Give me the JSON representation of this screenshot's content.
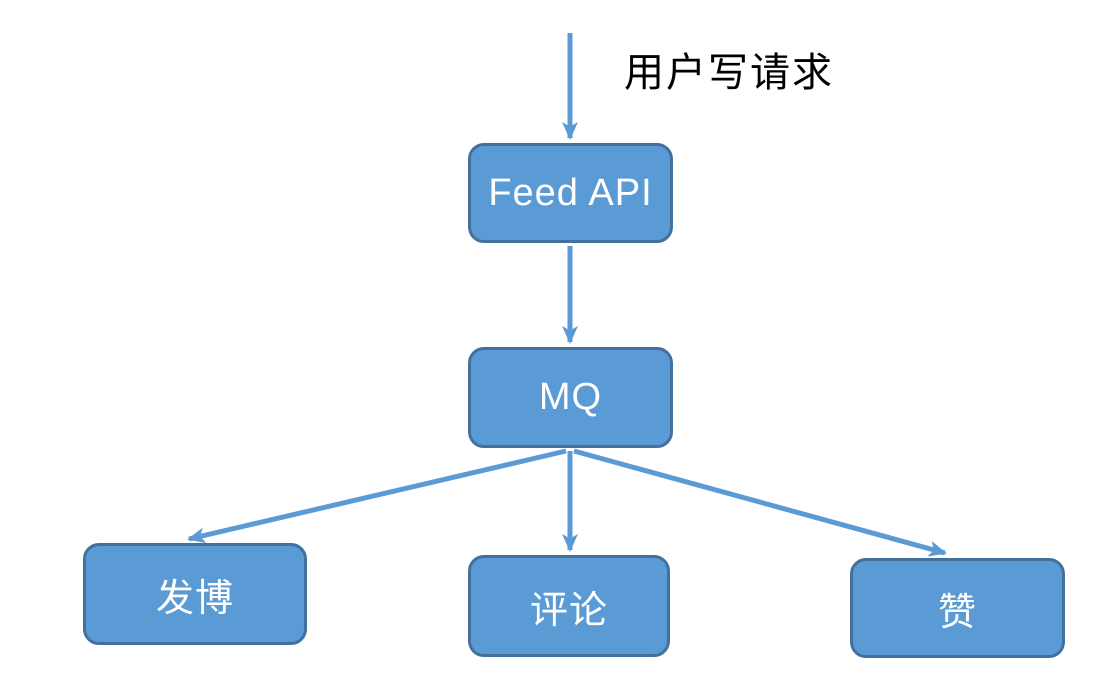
{
  "diagram": {
    "title_label": "用户写请求",
    "nodes": [
      {
        "id": "feed-api",
        "label": "Feed API"
      },
      {
        "id": "mq",
        "label": "MQ"
      },
      {
        "id": "post",
        "label": "发博"
      },
      {
        "id": "comment",
        "label": "评论"
      },
      {
        "id": "like",
        "label": "赞"
      }
    ],
    "edges": [
      {
        "from": "user-write-request",
        "to": "feed-api"
      },
      {
        "from": "feed-api",
        "to": "mq"
      },
      {
        "from": "mq",
        "to": "post"
      },
      {
        "from": "mq",
        "to": "comment"
      },
      {
        "from": "mq",
        "to": "like"
      }
    ],
    "colors": {
      "node_fill": "#5b9bd5",
      "node_border": "#41719c",
      "node_text": "#ffffff",
      "arrow": "#5b9bd5",
      "label_text": "#000000"
    }
  }
}
